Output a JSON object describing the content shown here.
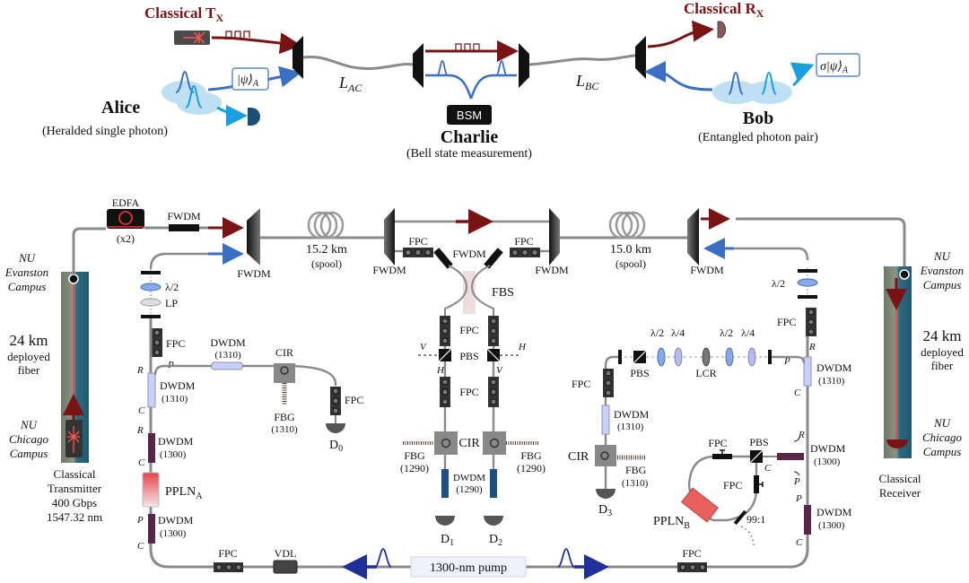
{
  "top": {
    "classical_tx": "Classical T",
    "classical_tx_sub": "X",
    "classical_rx": "Classical R",
    "classical_rx_sub": "X",
    "alice_state": "|ψ⟩",
    "alice_state_sub": "A",
    "bob_state": "σ|ψ⟩",
    "bob_state_sub": "A",
    "l_ac": "L",
    "l_ac_sub": "AC",
    "l_bc": "L",
    "l_bc_sub": "BC",
    "bsm": "BSM",
    "alice": "Alice",
    "alice_desc": "(Heralded single photon)",
    "charlie": "Charlie",
    "charlie_desc": "(Bell state measurement)",
    "bob": "Bob",
    "bob_desc": "(Entangled photon pair)"
  },
  "colors": {
    "classical": "#7a1414",
    "quantum": "#3a6fc4",
    "herald": "#1aa0e0",
    "pump": "#1f2f9c",
    "fiber": "#8a8a8a",
    "dwdm_1310": "#c8d0f4",
    "dwdm_1300": "#5a2648",
    "dwdm_1290": "#1f4f86",
    "ppln": "#e8605c"
  },
  "bottom": {
    "edfa": "EDFA",
    "edfa_count": "(x2)",
    "fwdm": "FWDM",
    "spool_left": "15.2 km",
    "spool_right": "15.0 km",
    "spool": "(spool)",
    "fpc": "FPC",
    "fbs": "FBS",
    "pbs": "PBS",
    "cir": "CIR",
    "fbg": "FBG",
    "fbg_1310": "(1310)",
    "fbg_1290": "(1290)",
    "dwdm": "DWDM",
    "dwdm_1310": "(1310)",
    "dwdm_1300": "(1300)",
    "dwdm_1290": "(1290)",
    "half_wave": "λ/2",
    "quarter_wave": "λ/4",
    "lp": "LP",
    "lcr": "LCR",
    "vdl": "VDL",
    "pump": "1300-nm pump",
    "ppln": "PPLN",
    "ppln_a_sub": "A",
    "ppln_b_sub": "B",
    "coupler": "99:1",
    "port_r": "R",
    "port_p": "P",
    "port_c": "C",
    "pol_h": "H",
    "pol_v": "V",
    "detector": "D",
    "d0": "0",
    "d1": "1",
    "d2": "2",
    "d3": "3",
    "nu": "NU",
    "evanston": "Evanston",
    "chicago": "Chicago",
    "campus": "Campus",
    "km24": "24 km",
    "deployed": "deployed",
    "fiber": "fiber",
    "transmitter": [
      "Classical",
      "Transmitter",
      "400 Gbps",
      "1547.32 nm"
    ],
    "receiver": [
      "Classical",
      "Receiver"
    ]
  }
}
